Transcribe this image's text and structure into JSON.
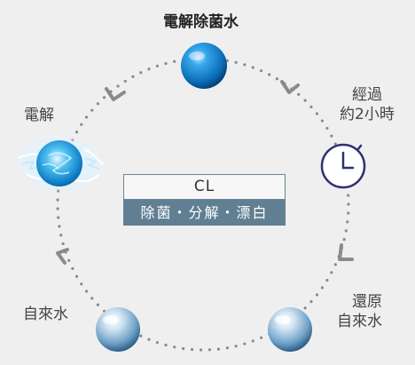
{
  "diagram": {
    "title": "電解除菌水",
    "labels": {
      "electrolysis": "電解",
      "after_two_hours_line1": "經過",
      "after_two_hours_line2": "約2小時",
      "revert_line1": "還原",
      "revert_line2": "自來水",
      "tap_water": "自來水"
    },
    "center_box": {
      "top": "CL",
      "bottom": "除菌・分解・漂白"
    },
    "colors": {
      "background": "#efeff0",
      "dots": "#8a8a8a",
      "arrow": "#8a8a8a",
      "clock": "#3a3a7a",
      "box_fill": "#617f92",
      "blue_sphere": "#1a8fd6",
      "water_drop": "#7fb0d4"
    },
    "icons": [
      "blue-water-sphere-icon",
      "electrolysis-sphere-icon",
      "clock-icon",
      "water-drop-icon",
      "chevron-arrow-icon"
    ]
  }
}
